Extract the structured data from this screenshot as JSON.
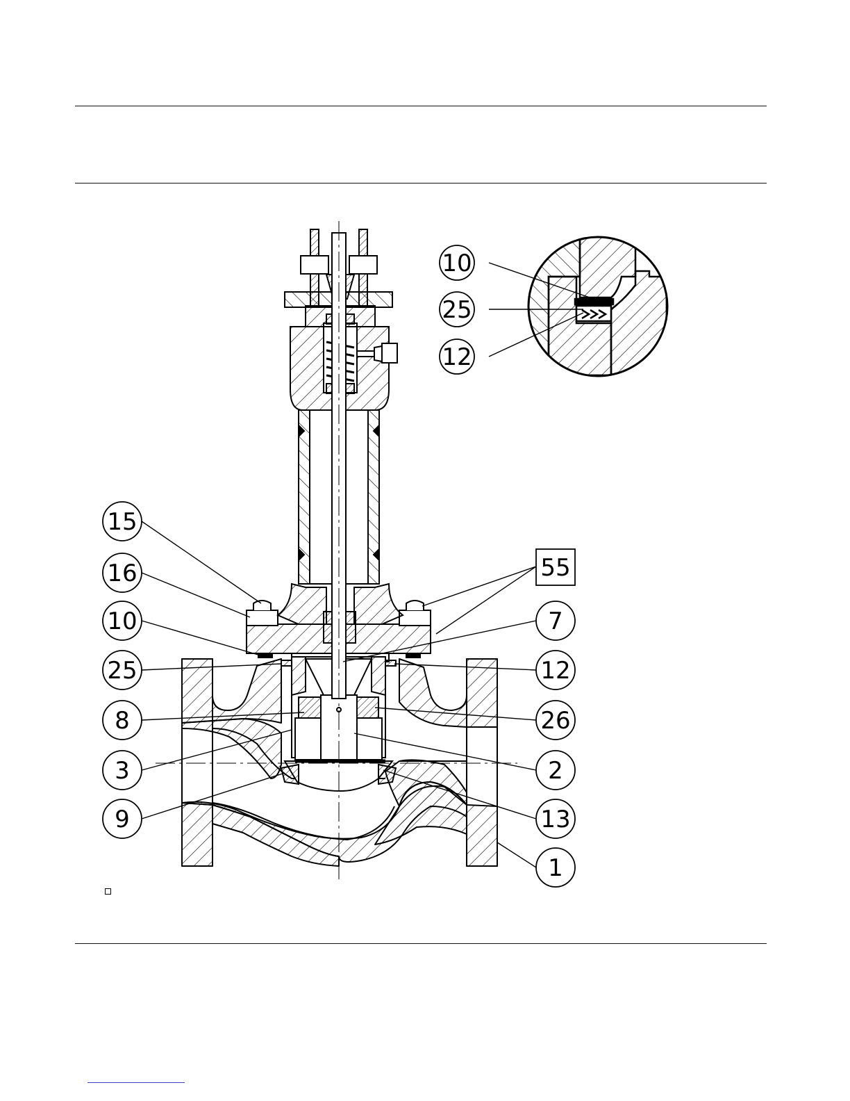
{
  "drawing": {
    "callouts_left": [
      "15",
      "16",
      "10",
      "25",
      "8",
      "3",
      "9"
    ],
    "callouts_right": [
      "55",
      "7",
      "12",
      "26",
      "2",
      "13",
      "1"
    ],
    "callouts_detail": [
      "10",
      "25",
      "12"
    ]
  },
  "colors": {
    "ink": "#000000",
    "rule": "#111111",
    "footer_link": "#3b46c8"
  }
}
